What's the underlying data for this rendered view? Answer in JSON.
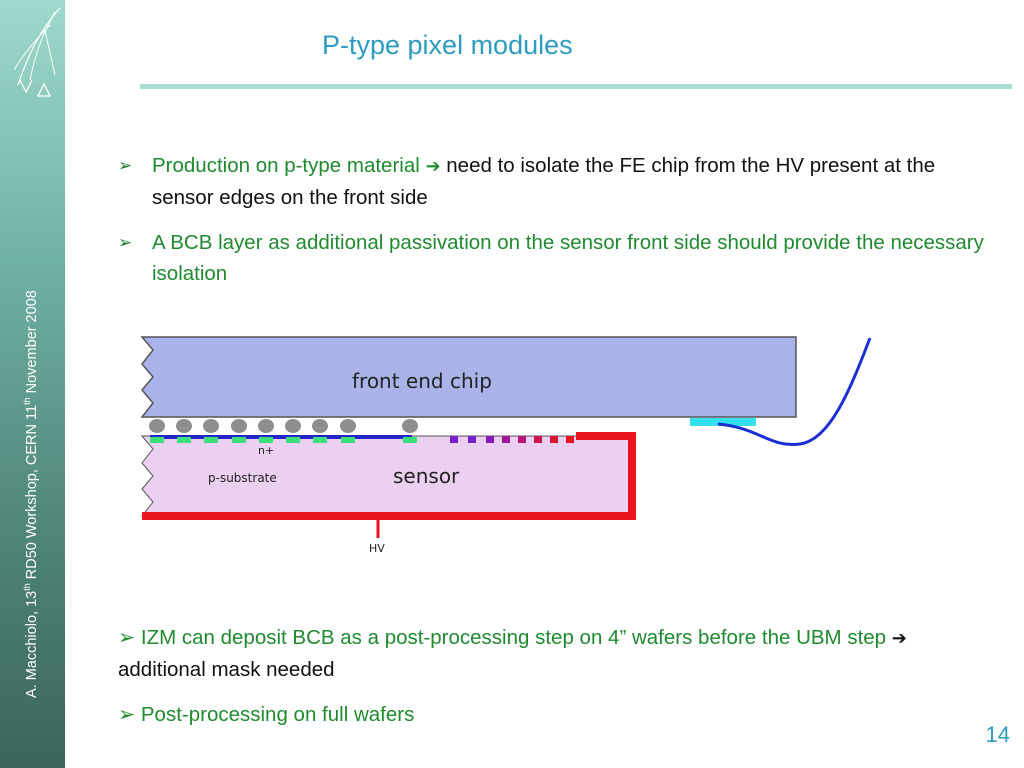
{
  "slide": {
    "title": "P-type pixel modules",
    "page_number": "14"
  },
  "sidebar": {
    "author": "A. Macchiolo, 13",
    "author_sup": "th",
    "event": " RD50 Workshop, CERN 11",
    "event_sup": "th",
    "date": " November 2008",
    "logo_icon": "rd50-logo-icon"
  },
  "bullets": [
    {
      "green": "Production on p-type material ",
      "black": " need to isolate the FE chip from the HV present at the sensor edges on the front side"
    },
    {
      "green": " A BCB layer as additional passivation on the sensor front side should provide the necessary isolation"
    }
  ],
  "diagram": {
    "chip_label": "front end chip",
    "sensor_label": "sensor",
    "substrate_label": "p-substrate",
    "nplus_label": "n+",
    "hv_label": "HV",
    "colors": {
      "chip": "#a9b3ea",
      "sensor": "#ecd0f1",
      "hv_red": "#e8141e",
      "implant_blue": "#2323c8",
      "bcb_purple": "#7a1fd0",
      "pad_green": "#3be07a",
      "bump_grey": "#8e8e8e",
      "wire_blue": "#1c2fd4",
      "pad_cyan": "#35e0ee"
    }
  },
  "bottom_bullets": [
    {
      "green": "IZM can  deposit BCB as a post-processing step on 4” wafers before the UBM step ",
      "black": " additional mask needed"
    },
    {
      "green": "Post-processing on full wafers"
    }
  ]
}
